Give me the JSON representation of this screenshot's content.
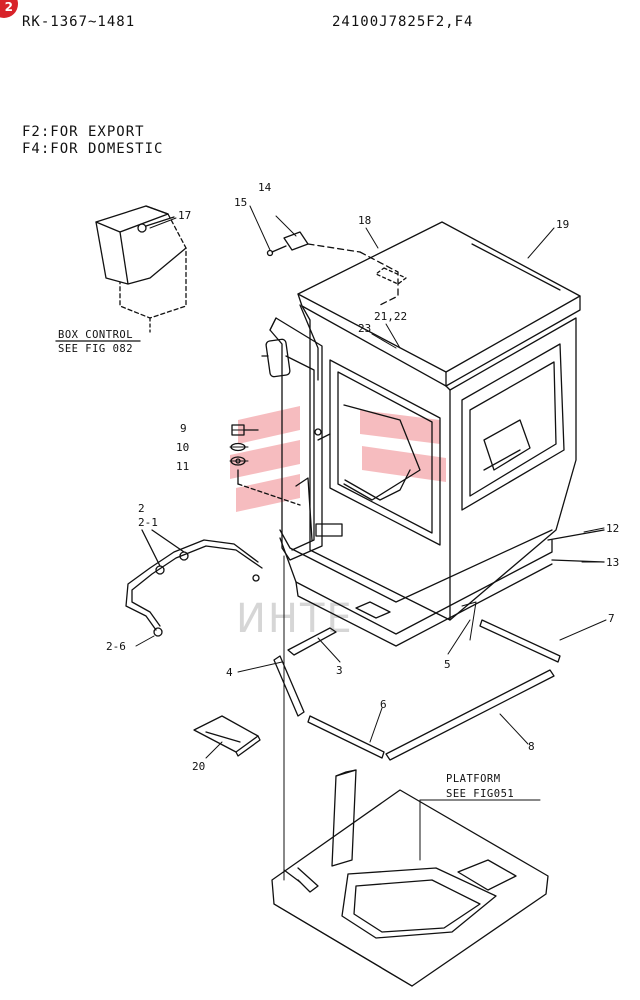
{
  "page": {
    "badge": "2",
    "serial": "RK-1367~1481",
    "part_number": "24100J7825F2,F4",
    "note_f2": "F2:FOR EXPORT",
    "note_f4": "F4:FOR DOMESTIC"
  },
  "references": {
    "box_control_1": "BOX CONTROL",
    "box_control_2": "SEE FIG 082",
    "platform_1": "PLATFORM",
    "platform_2": "SEE FIG051"
  },
  "callouts": {
    "c14": "14",
    "c15": "15",
    "c17": "17",
    "c18": "18",
    "c19": "19",
    "c2122": "21,22",
    "c23": "23",
    "c9": "9",
    "c10": "10",
    "c11": "11",
    "c2": "2",
    "c21": "2-1",
    "c26": "2-6",
    "c12": "12",
    "c13": "13",
    "c7": "7",
    "c4": "4",
    "c3": "3",
    "c5": "5",
    "c6": "6",
    "c8": "8",
    "c20": "20"
  },
  "watermark": {
    "text": "ИНТЕ",
    "color": "#e8434a"
  },
  "colors": {
    "line": "#111111",
    "badge": "#d8232a"
  }
}
